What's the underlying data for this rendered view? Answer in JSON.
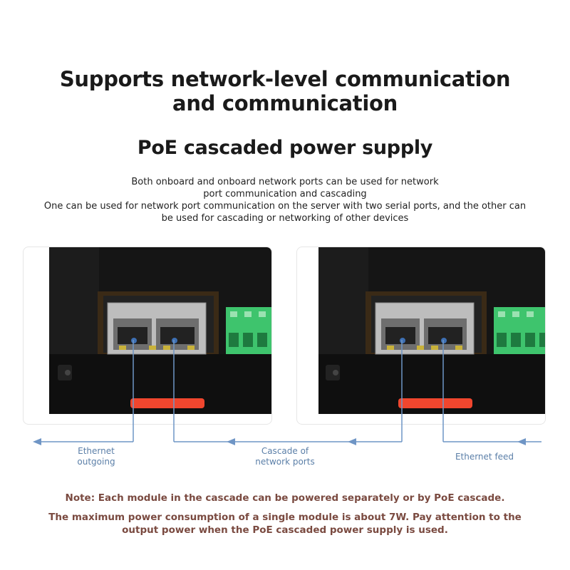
{
  "heading": {
    "line1": "Supports network-level communication",
    "line2": "and communication",
    "subtitle": "PoE cascaded power supply"
  },
  "description": {
    "lines": [
      "Both onboard and onboard network ports can be used for network",
      "port communication and cascading",
      "One can be used for network port communication on the server with two serial ports, and the other can",
      "be used for cascading or networking of other devices"
    ]
  },
  "diagram": {
    "labels": {
      "ethernet_outgoing_1": "Ethernet",
      "ethernet_outgoing_2": "outgoing",
      "cascade_1": "Cascade of",
      "cascade_2": "network ports",
      "ethernet_feed": "Ethernet feed"
    },
    "colors": {
      "line": "#6f95c5",
      "dot": "#3d6fb3",
      "housing": "#141414",
      "terminal": "#3ec46d",
      "latch": "#f0462e"
    }
  },
  "notes": {
    "line1": "Note: Each module in the cascade can be powered separately or by PoE cascade.",
    "line2": "The maximum power consumption of a single module is about 7W. Pay attention to the",
    "line3": "output power when the PoE cascaded power supply is used."
  }
}
